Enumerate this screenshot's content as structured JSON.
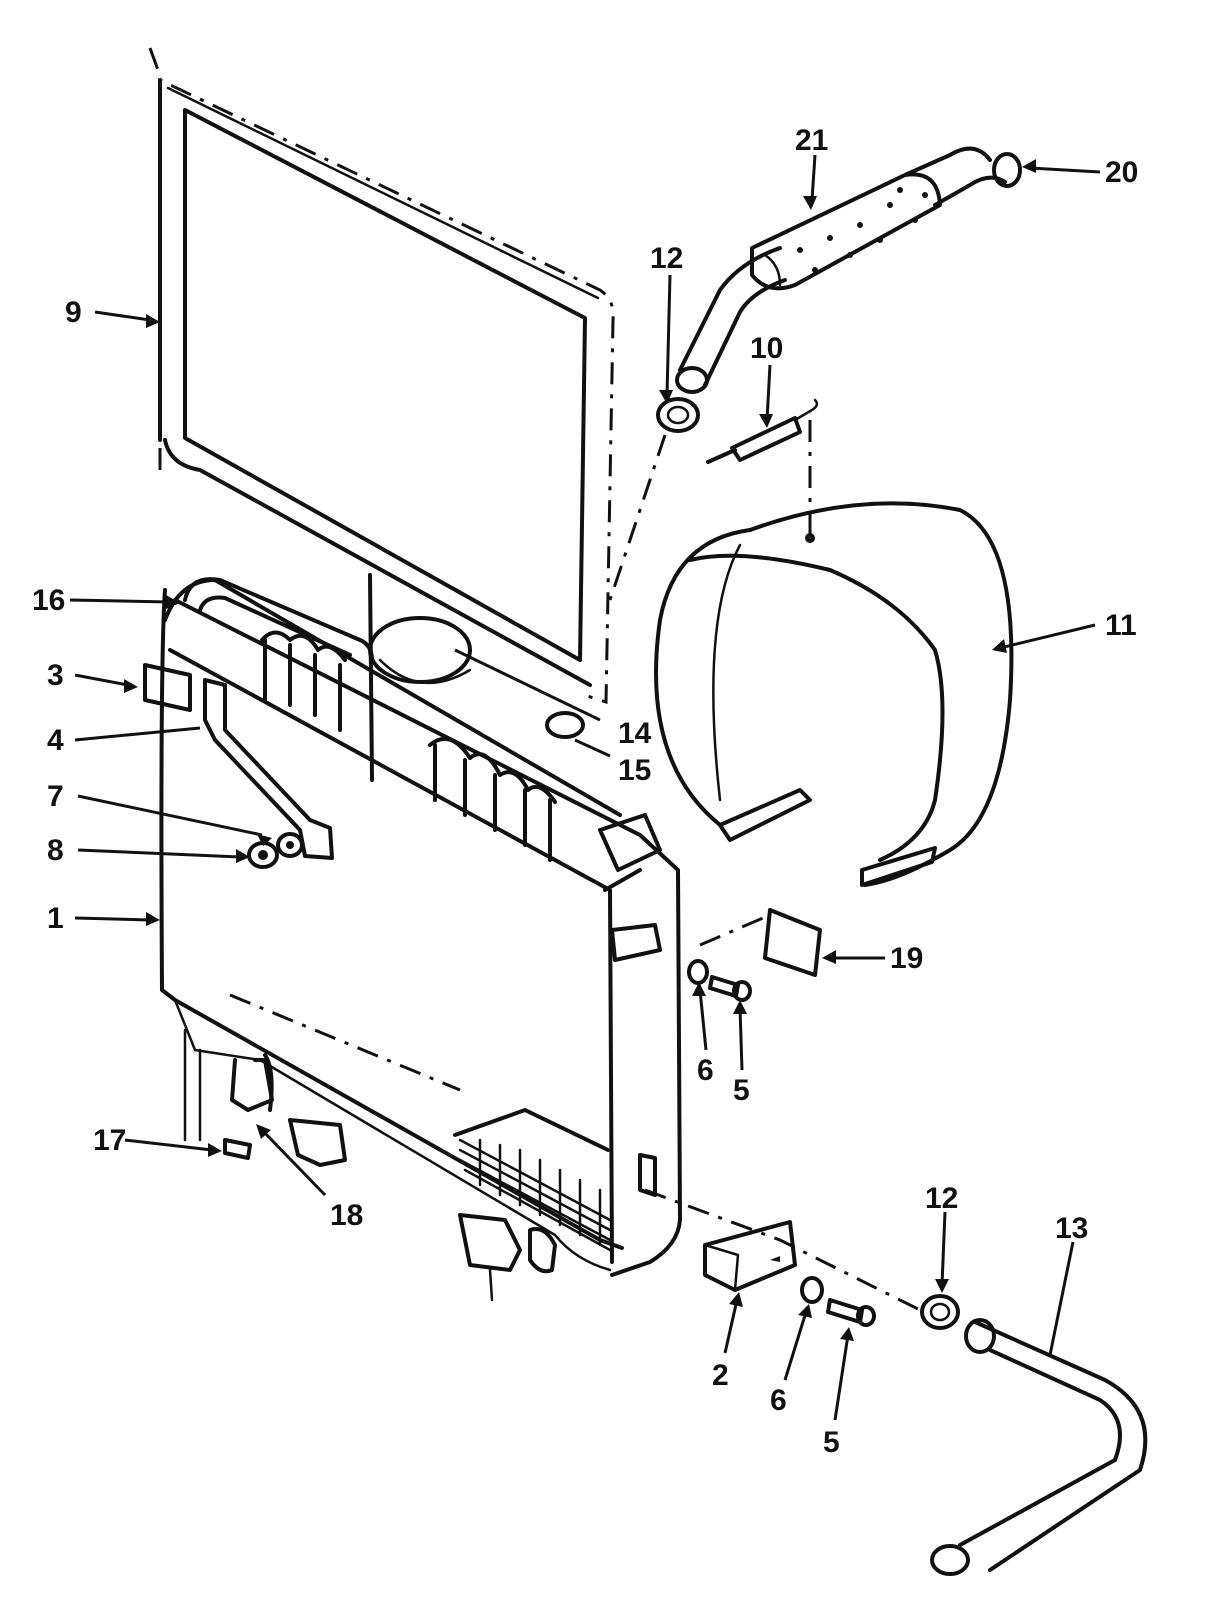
{
  "figure": {
    "kind": "exploded parts diagram",
    "callouts": [
      {
        "id": "c9",
        "label": "9"
      },
      {
        "id": "c21",
        "label": "21"
      },
      {
        "id": "c20",
        "label": "20"
      },
      {
        "id": "c12a",
        "label": "12"
      },
      {
        "id": "c10",
        "label": "10"
      },
      {
        "id": "c16",
        "label": "16"
      },
      {
        "id": "c3",
        "label": "3"
      },
      {
        "id": "c11",
        "label": "11"
      },
      {
        "id": "c14",
        "label": "14"
      },
      {
        "id": "c15",
        "label": "15"
      },
      {
        "id": "c4",
        "label": "4"
      },
      {
        "id": "c7",
        "label": "7"
      },
      {
        "id": "c8",
        "label": "8"
      },
      {
        "id": "c1",
        "label": "1"
      },
      {
        "id": "c19",
        "label": "19"
      },
      {
        "id": "c6a",
        "label": "6"
      },
      {
        "id": "c5a",
        "label": "5"
      },
      {
        "id": "c17",
        "label": "17"
      },
      {
        "id": "c18",
        "label": "18"
      },
      {
        "id": "c12b",
        "label": "12"
      },
      {
        "id": "c13",
        "label": "13"
      },
      {
        "id": "c2",
        "label": "2"
      },
      {
        "id": "c6b",
        "label": "6"
      },
      {
        "id": "c5b",
        "label": "5"
      }
    ]
  }
}
